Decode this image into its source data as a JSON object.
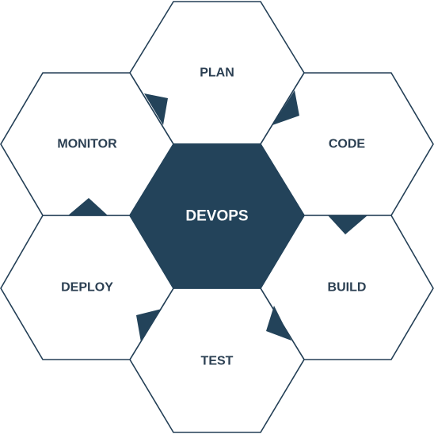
{
  "diagram": {
    "center": {
      "label": "DEVOPS"
    },
    "stages": [
      {
        "label": "PLAN"
      },
      {
        "label": "CODE"
      },
      {
        "label": "BUILD"
      },
      {
        "label": "TEST"
      },
      {
        "label": "DEPLOY"
      },
      {
        "label": "MONITOR"
      }
    ]
  },
  "colors": {
    "primary": "#23435a",
    "outline": "#233f56",
    "text": "#2b3f52",
    "background": "#ffffff"
  }
}
